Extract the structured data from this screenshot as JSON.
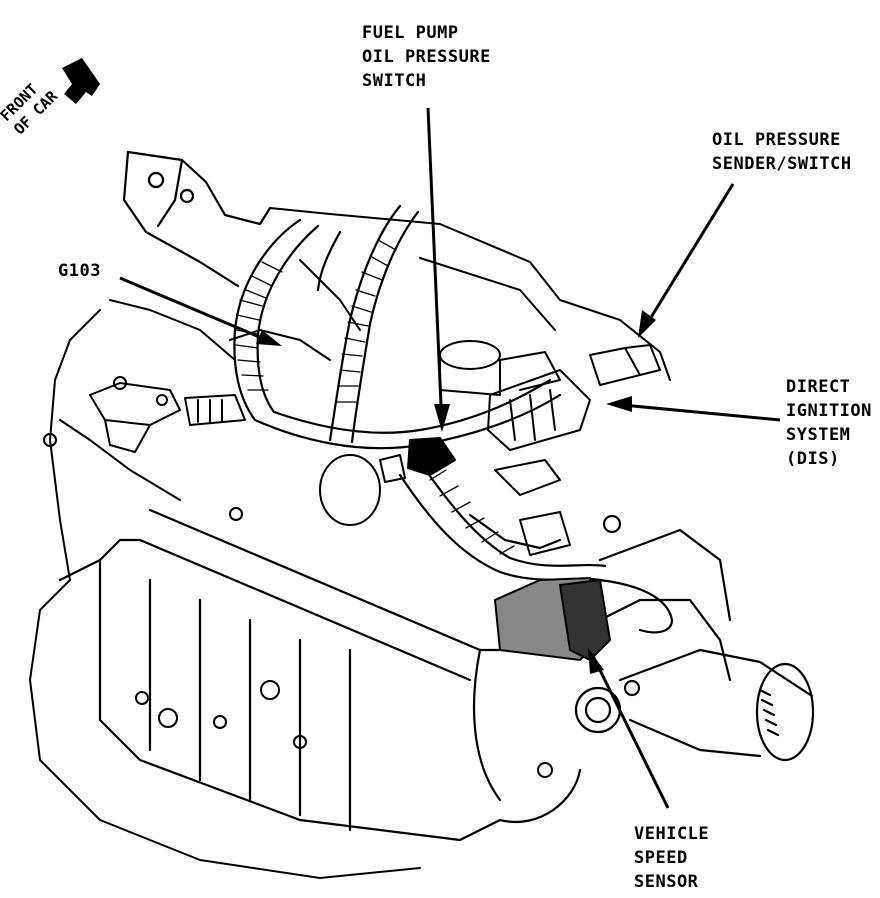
{
  "labels": {
    "front_of_car": [
      "FRONT",
      "OF CAR"
    ],
    "fuel_pump_oil_pressure_switch": [
      "FUEL PUMP",
      "OIL PRESSURE",
      "SWITCH"
    ],
    "oil_pressure_sender_switch": [
      "OIL PRESSURE",
      "SENDER/SWITCH"
    ],
    "g103": "G103",
    "direct_ignition_system": [
      "DIRECT",
      "IGNITION",
      "SYSTEM",
      "(DIS)"
    ],
    "vehicle_speed_sensor": [
      "VEHICLE",
      "SPEED",
      "SENSOR"
    ]
  }
}
